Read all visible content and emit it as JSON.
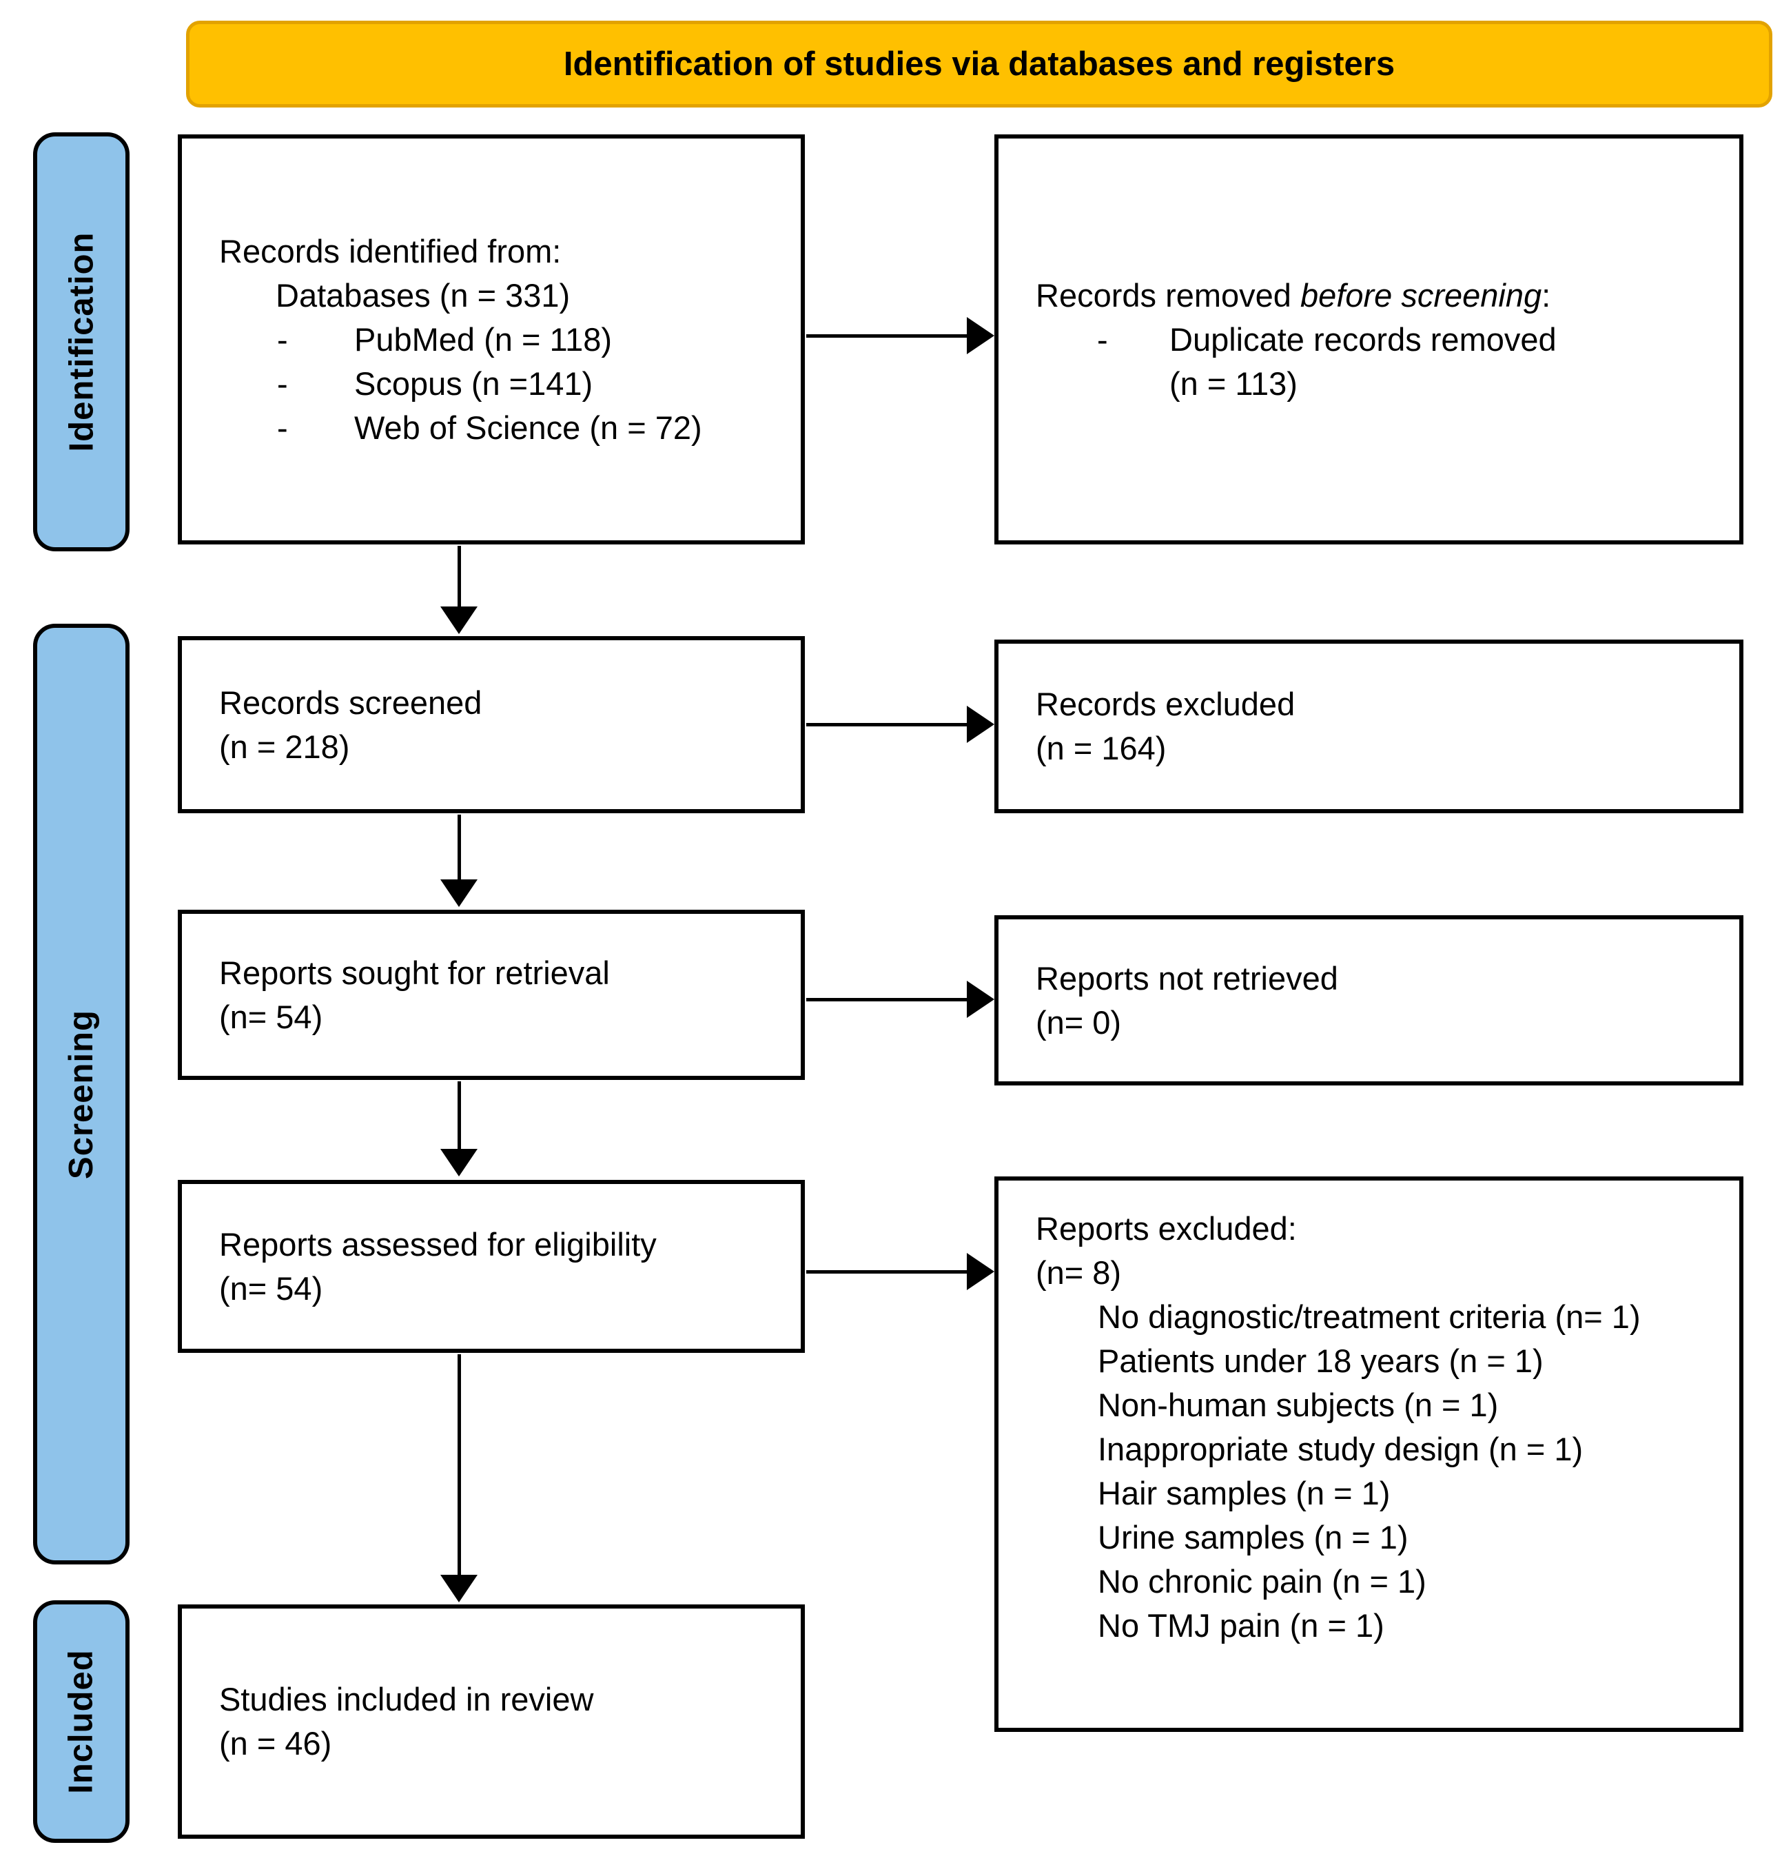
{
  "banner": {
    "title": "Identification of studies via databases and registers"
  },
  "stages": {
    "identification": "Identification",
    "screening": "Screening",
    "included": "Included"
  },
  "boxes": {
    "records_identified": {
      "line1": "Records identified from:",
      "line2": "Databases (n = 331)",
      "bullet_char": "-",
      "bullets": [
        "PubMed (n = 118)",
        "Scopus (n =141)",
        "Web of Science (n = 72)"
      ]
    },
    "records_removed": {
      "title_prefix": "Records removed ",
      "title_italic": "before screening",
      "title_suffix": ":",
      "bullet_char": "-",
      "bullet_line1": "Duplicate records removed",
      "bullet_line2": "(n = 113)"
    },
    "records_screened": {
      "line1": "Records screened",
      "line2": "(n = 218)"
    },
    "records_excluded": {
      "line1": "Records excluded",
      "line2": "(n = 164)"
    },
    "reports_sought": {
      "line1": "Reports sought for retrieval",
      "line2": "(n= 54)"
    },
    "reports_not_retrieved": {
      "line1": "Reports not retrieved",
      "line2": "(n= 0)"
    },
    "reports_assessed": {
      "line1": "Reports assessed for eligibility",
      "line2": "(n= 54)"
    },
    "reports_excluded": {
      "line1": "Reports excluded:",
      "line2": "(n= 8)",
      "items": [
        "No diagnostic/treatment criteria (n= 1)",
        "Patients under 18 years (n = 1)",
        "Non-human subjects (n = 1)",
        "Inappropriate study design (n = 1)",
        "Hair samples (n = 1)",
        "Urine samples (n = 1)",
        "No chronic pain (n = 1)",
        "No TMJ pain (n = 1)"
      ]
    },
    "studies_included": {
      "line1": "Studies included in review",
      "line2": "(n = 46)"
    }
  },
  "colors": {
    "banner_fill": "#FFC000",
    "banner_border": "#E2A200",
    "stage_fill": "#8FC3EA",
    "box_border": "#000000",
    "arrow": "#000000"
  }
}
